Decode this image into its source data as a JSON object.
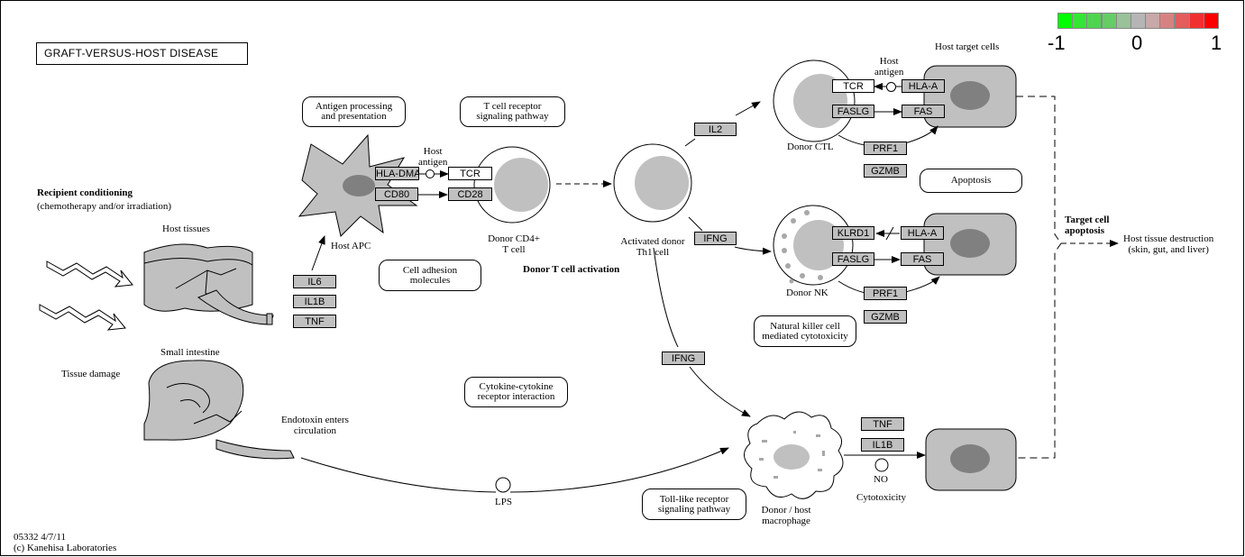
{
  "diagram": {
    "title": "GRAFT-VERSUS-HOST  DISEASE",
    "footer": [
      "05332 4/7/11",
      "(c) Kanehisa Laboratories"
    ],
    "legend": {
      "colors": [
        "#00ff00",
        "#33e633",
        "#4fd44f",
        "#66cc66",
        "#9ac19a",
        "#b5b5b5",
        "#c8a8a8",
        "#d68282",
        "#e45c5c",
        "#f03030",
        "#ff0000"
      ],
      "labels": [
        "-1",
        "0",
        "1"
      ]
    },
    "genes": {
      "hla_dma": "HLA-DMA",
      "cd80": "CD80",
      "tcr_cd4": "TCR",
      "cd28": "CD28",
      "il6": "IL6",
      "il1b_left": "IL1B",
      "tnf_left": "TNF",
      "il2": "IL2",
      "ifng_nk": "IFNG",
      "ifng_mac": "IFNG",
      "tcr_ctl": "TCR",
      "fasl_ctl": "FASLG",
      "hla_a_ctl": "HLA-A",
      "fas_ctl": "FAS",
      "prf1_ctl": "PRF1",
      "gzmb_ctl": "GZMB",
      "klrd1": "KLRD1",
      "fasl_nk": "FASLG",
      "hla_a_nk": "HLA-A",
      "fas_nk": "FAS",
      "prf1_nk": "PRF1",
      "gzmb_nk": "GZMB",
      "tnf_mac": "TNF",
      "il1b_mac": "IL1B"
    },
    "pathways": {
      "antigen_processing": [
        "Antigen processing",
        "and presentation"
      ],
      "tcr_signaling": [
        "T cell receptor",
        "signaling pathway"
      ],
      "cell_adhesion": [
        "Cell adhesion",
        "molecules"
      ],
      "apoptosis": "Apoptosis",
      "nk_cytotoxicity": [
        "Natural killer cell",
        "mediated cytotoxicity"
      ],
      "cytokine": [
        "Cytokine-cytokine",
        "receptor interaction"
      ],
      "toll_like": [
        "Toll-like receptor",
        "signaling pathway"
      ]
    },
    "labels": {
      "recipient_conditioning": "Recipient conditioning",
      "chemo": "(chemotherapy and/or irradiation)",
      "host_tissues": "Host tissues",
      "tissue_damage": "Tissue damage",
      "small_intestine": "Small intestine",
      "endotoxin": [
        "Endotoxin enters",
        "circulation"
      ],
      "lps": "LPS",
      "host_apc": "Host APC",
      "host_antigen_apc": [
        "Host",
        "antigen"
      ],
      "donor_cd4": [
        "Donor CD4+",
        "T cell"
      ],
      "donor_t_activation": "Donor T cell activation",
      "activated_th1": [
        "Activated donor",
        "Th1 cell"
      ],
      "donor_ctl": "Donor CTL",
      "host_antigen_ctl": [
        "Host",
        "antigen"
      ],
      "host_target_cells": "Host target cells",
      "donor_nk": "Donor NK",
      "target_cell_apoptosis": [
        "Target cell",
        "apoptosis"
      ],
      "host_tissue_destruction": [
        "Host tissue destruction",
        "(skin, gut, and liver)"
      ],
      "macrophage": [
        "Donor / host",
        "macrophage"
      ],
      "no": "NO",
      "cytotoxicity": "Cytotoxicity"
    }
  }
}
